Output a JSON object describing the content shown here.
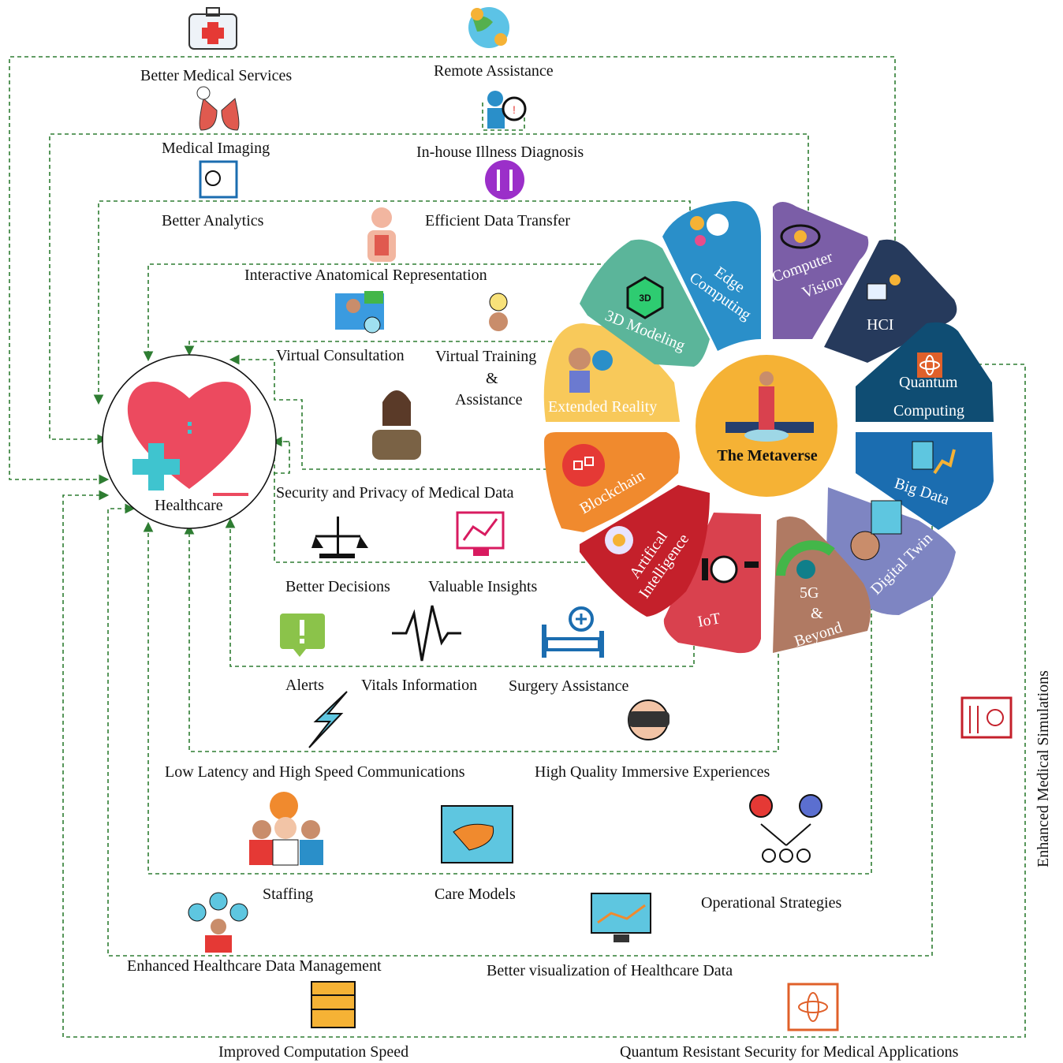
{
  "hub": {
    "label": "Healthcare"
  },
  "metaverse": {
    "label": "The Metaverse"
  },
  "technologies": [
    {
      "id": "edge",
      "label_lines": [
        "Edge",
        "Computing"
      ],
      "color": "#2a8fc9",
      "icon": "edge-computing-icon"
    },
    {
      "id": "vision",
      "label_lines": [
        "Computer",
        "Vision"
      ],
      "color": "#7b5ea7",
      "icon": "eye-icon"
    },
    {
      "id": "hci",
      "label_lines": [
        "HCI"
      ],
      "color": "#263a5c",
      "icon": "hci-icon"
    },
    {
      "id": "quantum",
      "label_lines": [
        "Quantum",
        "Computing"
      ],
      "color": "#0f4d73",
      "icon": "atom-icon"
    },
    {
      "id": "bigdata",
      "label_lines": [
        "Big Data"
      ],
      "color": "#1b6db0",
      "icon": "database-chart-icon"
    },
    {
      "id": "twin",
      "label_lines": [
        "Digital Twin"
      ],
      "color": "#7e85c2",
      "icon": "digital-twin-icon"
    },
    {
      "id": "5g",
      "label_lines": [
        "5G",
        "&",
        "Beyond"
      ],
      "color": "#b07a63",
      "icon": "5g-gauge-icon"
    },
    {
      "id": "iot",
      "label_lines": [
        "IoT"
      ],
      "color": "#d9414e",
      "icon": "iot-icon"
    },
    {
      "id": "ai",
      "label_lines": [
        "Artifical",
        "Intelligence"
      ],
      "color": "#c4202b",
      "icon": "ai-chip-icon"
    },
    {
      "id": "blockchain",
      "label_lines": [
        "Blockchain"
      ],
      "color": "#f08a2e",
      "icon": "blockchain-icon"
    },
    {
      "id": "xr",
      "label_lines": [
        "Extended Reality"
      ],
      "color": "#f8c95a",
      "icon": "vr-user-icon"
    },
    {
      "id": "3d",
      "label_lines": [
        "3D Modeling"
      ],
      "color": "#5bb59a",
      "icon": "3d-cube-icon"
    }
  ],
  "benefits": {
    "better_medical_services": "Better Medical Services",
    "remote_assistance": "Remote Assistance",
    "medical_imaging": "Medical Imaging",
    "in_house_diagnosis": "In-house Illness Diagnosis",
    "better_analytics": "Better Analytics",
    "efficient_data_transfer": "Efficient Data Transfer",
    "interactive_anatomical": "Interactive Anatomical Representation",
    "virtual_consultation": "Virtual Consultation",
    "virtual_training_1": "Virtual Training",
    "virtual_training_2": "&",
    "virtual_training_3": "Assistance",
    "security_privacy": "Security and Privacy of Medical Data",
    "better_decisions": "Better Decisions",
    "valuable_insights": "Valuable Insights",
    "alerts": "Alerts",
    "vitals_information": "Vitals Information",
    "surgery_assistance": "Surgery Assistance",
    "low_latency": "Low Latency and High Speed Communications",
    "immersive": "High Quality Immersive Experiences",
    "staffing": "Staffing",
    "care_models": "Care Models",
    "operational_strategies": "Operational Strategies",
    "data_management": "Enhanced Healthcare Data Management",
    "visualization": "Better visualization of Healthcare Data",
    "computation_speed": "Improved Computation Speed",
    "quantum_security": "Quantum Resistant Security for Medical Applications",
    "medical_simulations": "Enhanced Medical Simulations"
  },
  "colors": {
    "connector": "#2e7d32",
    "hub_heart": "#ec4a5f",
    "hub_cross": "#3fc4cf",
    "metaverse_fill": "#f5b235"
  }
}
